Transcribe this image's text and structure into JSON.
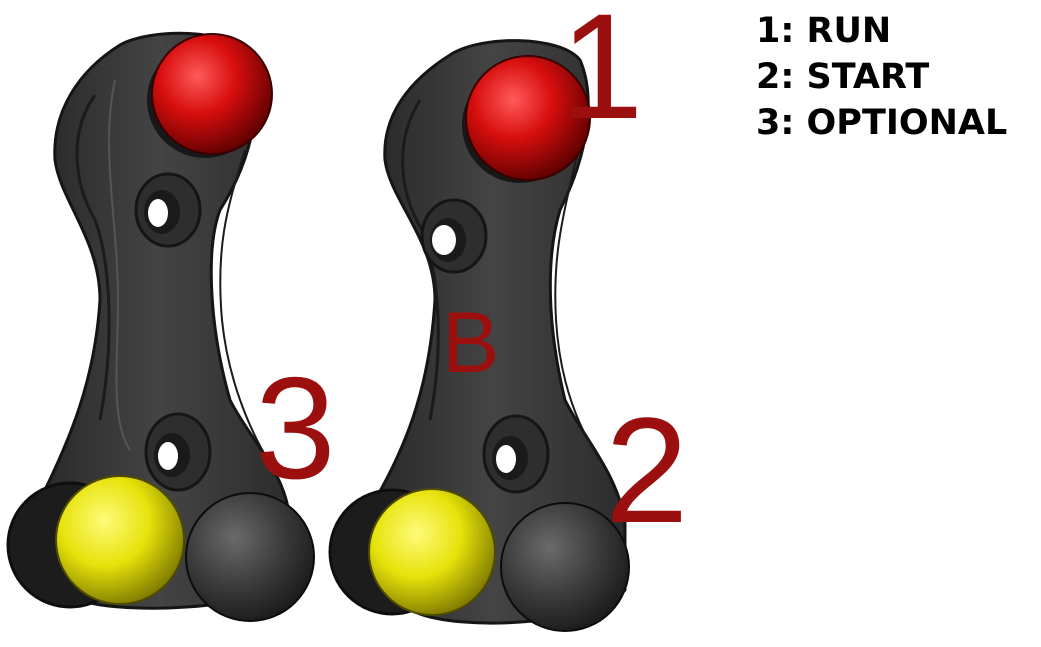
{
  "legend": {
    "items": [
      {
        "number": "1",
        "sep": ":",
        "label": "RUN"
      },
      {
        "number": "2",
        "sep": ":",
        "label": "START"
      },
      {
        "number": "3",
        "sep": ":",
        "label": "OPTIONAL"
      }
    ]
  },
  "callouts": {
    "n1": "1",
    "n2": "2",
    "n3": "3",
    "letter_b": "B"
  },
  "colors": {
    "callout": "#9b0f0f",
    "body": "#3a3a3a",
    "body_edge": "#1e1e1e",
    "red_button": "#d80e0e",
    "yellow_button": "#e6e20a",
    "grey_button": "#3c3c3c"
  },
  "parts": [
    {
      "name": "left-button-bracket",
      "buttons": [
        "red-button",
        "yellow-button",
        "grey-button"
      ]
    },
    {
      "name": "right-button-bracket",
      "buttons": [
        "red-button",
        "yellow-button",
        "grey-button"
      ]
    }
  ]
}
